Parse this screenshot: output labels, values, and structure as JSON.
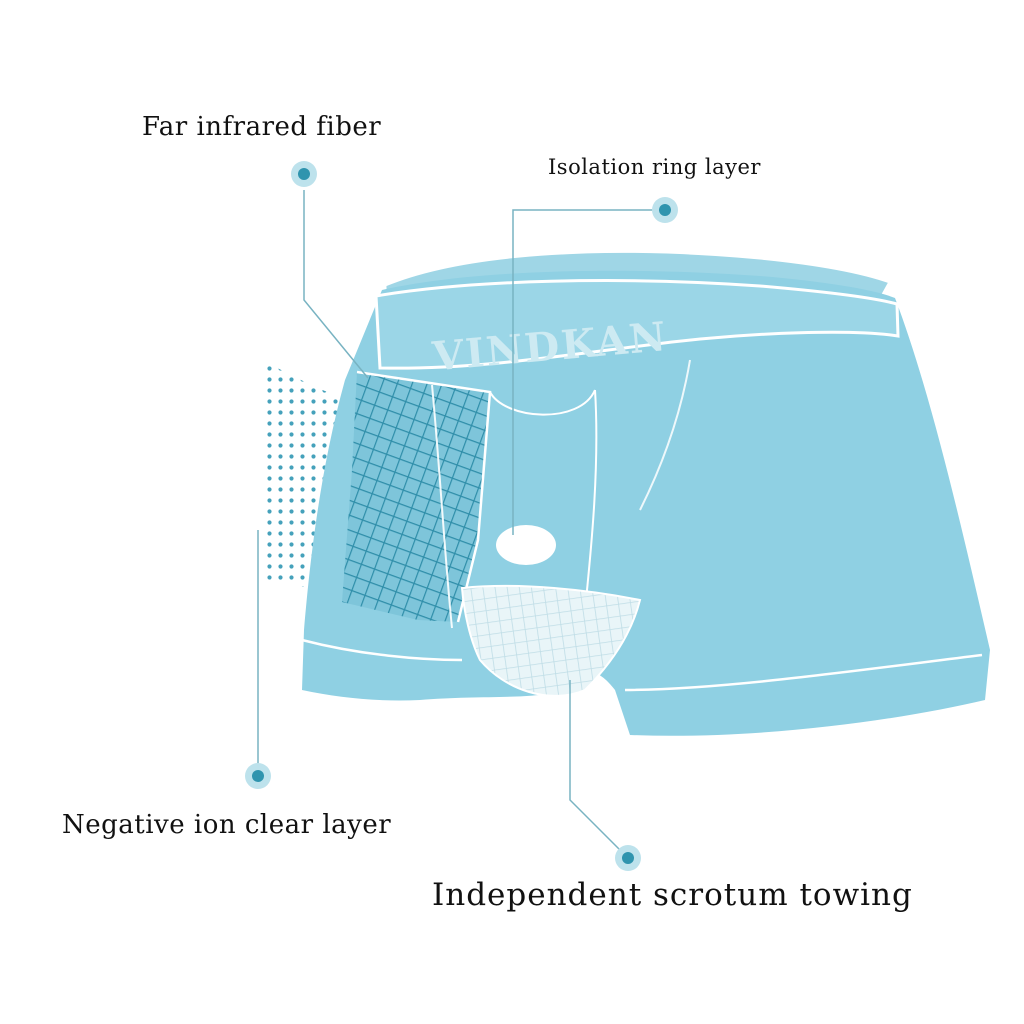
{
  "labels": {
    "far_infrared": "Far infrared fiber",
    "isolation_ring": "Isolation ring layer",
    "negative_ion": "Negative ion clear layer",
    "scrotum_towing": "Independent scrotum towing"
  },
  "brand": "VINDKAN",
  "colors": {
    "garment": "#8fd0e3",
    "garment_dark": "#63b7cf",
    "leader": "#78b3c2",
    "dot": "#2f94ae",
    "dot_ring": "#bde2ec"
  }
}
